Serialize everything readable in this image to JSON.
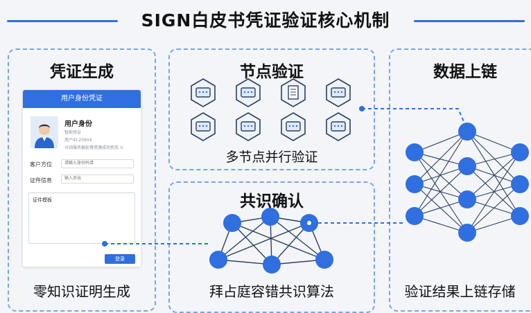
{
  "title": "SIGN白皮书凭证验证核心机制",
  "colors": {
    "accent": "#2f6fe0",
    "node": "#2f6fe0",
    "panel_border": "#7aa3e8",
    "background": "#f3f5f8"
  },
  "panels": {
    "credential": {
      "title": "凭证生成",
      "caption": "零知识证明生成",
      "form": {
        "header": "用户身份凭证",
        "name": "用户身份",
        "meta": [
          "智能验证",
          "用户ID:20904",
          "分站服务器处理资源成功状态 ⊙"
        ],
        "fields": [
          {
            "label": "客户方位",
            "placeholder": "请输入身份码请"
          },
          {
            "label": "证件信息",
            "placeholder": "输入员出"
          }
        ],
        "textarea_label": "证件模板",
        "button": "登录"
      }
    },
    "node_verification": {
      "title": "节点验证",
      "caption": "多节点并行验证",
      "icons": [
        "server-icon",
        "server-icon",
        "document-icon",
        "server-icon",
        "server-icon",
        "server-icon",
        "server-icon",
        "server-icon"
      ]
    },
    "consensus": {
      "title": "共识确认",
      "caption": "拜占庭容错共识算法"
    },
    "onchain": {
      "title": "数据上链",
      "caption": "验证结果上链存储"
    }
  }
}
